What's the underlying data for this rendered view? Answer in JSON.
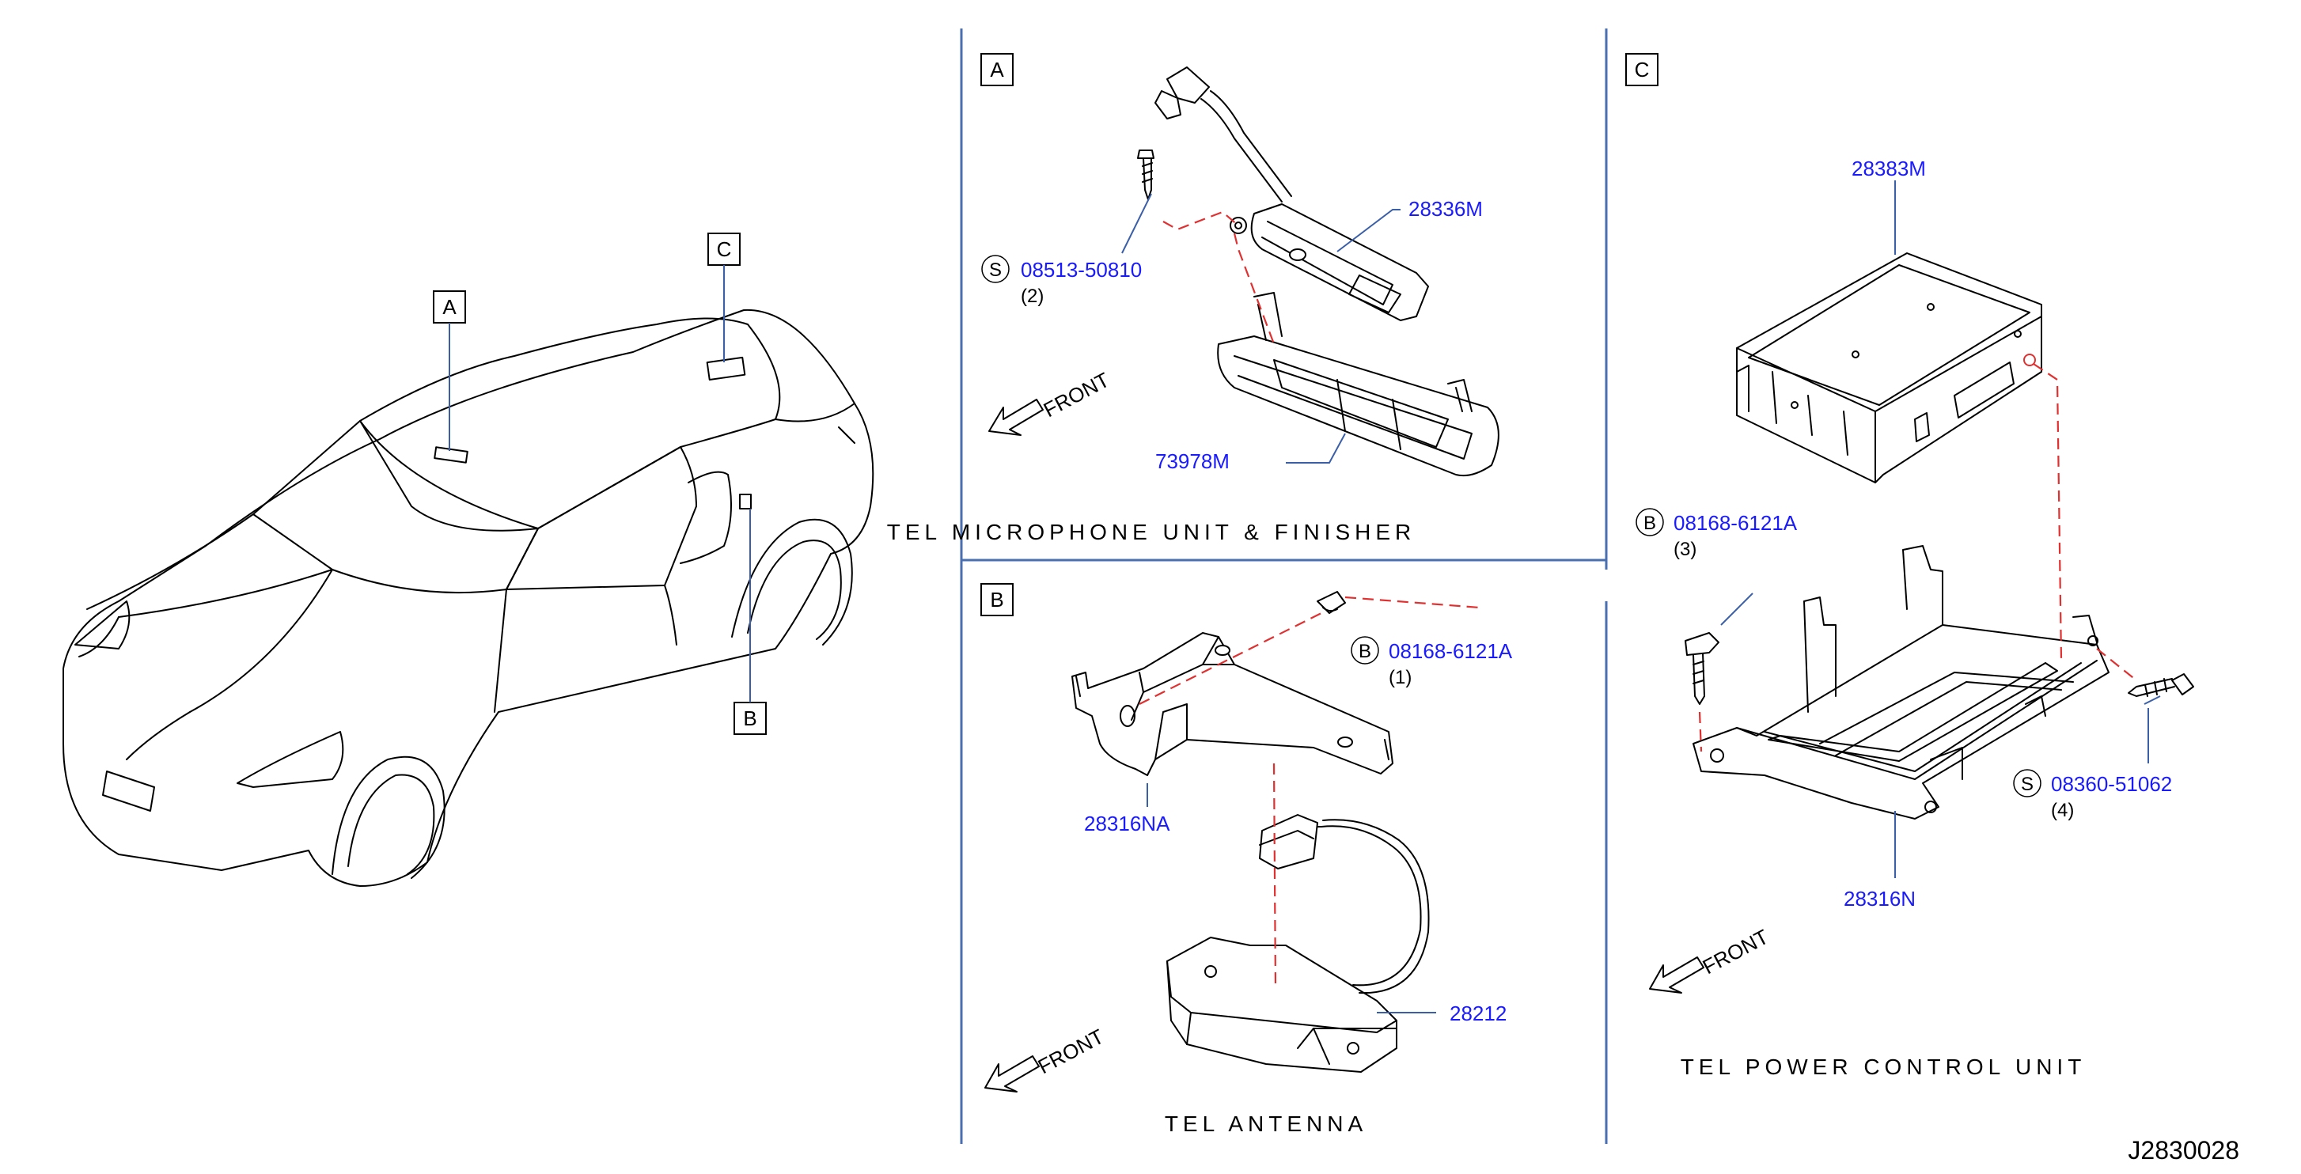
{
  "diagram_id": "J2830028",
  "locators": {
    "a": "A",
    "b": "B",
    "c": "C"
  },
  "sections": {
    "a": {
      "letter": "A",
      "title": "TEL  MICROPHONE  UNIT  &  FINISHER",
      "front": "FRONT",
      "parts": {
        "microphone": "28336M",
        "finisher": "73978M",
        "screw": "08513-50810",
        "screw_symbol": "S",
        "screw_qty": "(2)"
      }
    },
    "b": {
      "letter": "B",
      "title": "TEL  ANTENNA",
      "front": "FRONT",
      "parts": {
        "bracket": "28316NA",
        "antenna": "28212",
        "bolt": "08168-6121A",
        "bolt_symbol": "B",
        "bolt_qty": "(1)"
      }
    },
    "c": {
      "letter": "C",
      "title": "TEL  POWER  CONTROL  UNIT",
      "front": "FRONT",
      "parts": {
        "unit": "28383M",
        "bracket": "28316N",
        "bolt": "08168-6121A",
        "bolt_symbol": "B",
        "bolt_qty": "(3)",
        "screw": "08360-51062",
        "screw_symbol": "S",
        "screw_qty": "(4)"
      }
    }
  },
  "colors": {
    "part_label": "#1a1aff",
    "leader": "#3a5fa8",
    "divider": "#4a6fb0",
    "dashed_guide": "#e03030"
  }
}
